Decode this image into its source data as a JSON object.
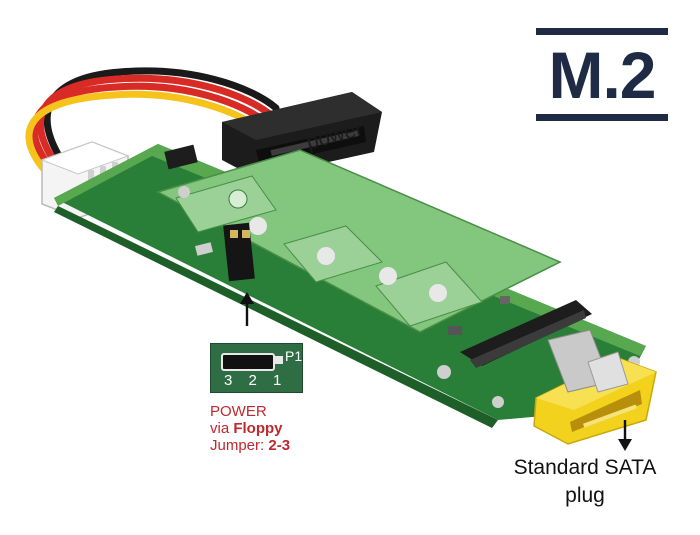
{
  "logo": {
    "text": "M.2"
  },
  "labels": {
    "power": "power",
    "jumper_p1": "P1",
    "jumper_numbers": "3 2 1",
    "power_note_line1": "POWER",
    "power_note_via": "via ",
    "power_note_floppy": "Floppy",
    "power_note_jumper": "Jumper: ",
    "power_note_setting": "2-3",
    "sata_line1": "Standard SATA",
    "sata_line2": "plug"
  },
  "colors": {
    "pcb_green": "#2f8f3e",
    "pcb_light": "#7fc47e",
    "sata_yellow": "#f2d21c",
    "logo_navy": "#1f2b44",
    "note_red": "#c0282d",
    "cable_red": "#d92b25",
    "cable_yellow": "#f5c31c",
    "cable_black": "#1a1a1a"
  },
  "icons": [
    "arrow-up-icon",
    "arrow-down-icon"
  ]
}
